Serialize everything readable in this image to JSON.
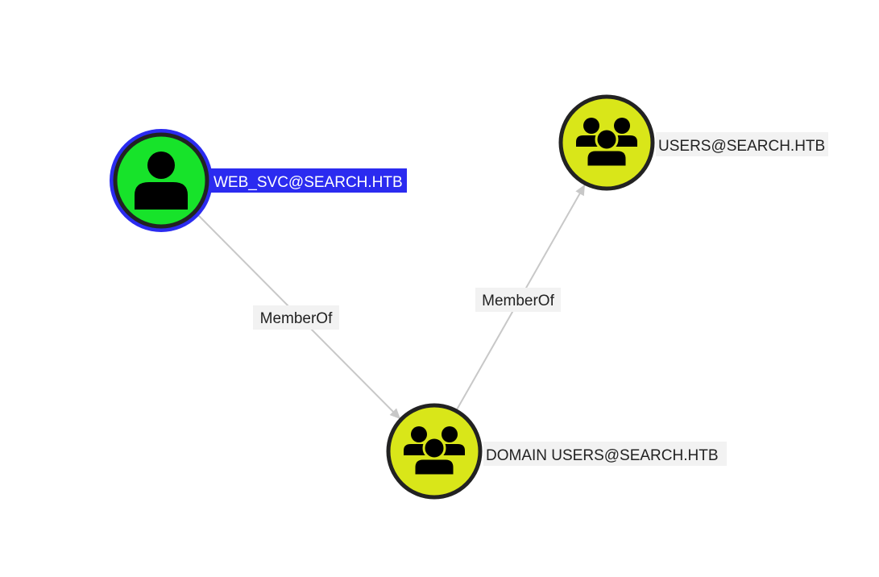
{
  "graph": {
    "nodes": [
      {
        "id": "web_svc",
        "label": "WEB_SVC@SEARCH.HTB",
        "kind": "user",
        "icon": "user-icon",
        "fill": "#17e32a",
        "selected": true
      },
      {
        "id": "domain_users",
        "label": "DOMAIN USERS@SEARCH.HTB",
        "kind": "group",
        "icon": "group-icon",
        "fill": "#d9e619",
        "selected": false
      },
      {
        "id": "users",
        "label": "USERS@SEARCH.HTB",
        "kind": "group",
        "icon": "group-icon",
        "fill": "#d9e619",
        "selected": false
      }
    ],
    "edges": [
      {
        "from": "web_svc",
        "to": "domain_users",
        "label": "MemberOf"
      },
      {
        "from": "domain_users",
        "to": "users",
        "label": "MemberOf"
      }
    ],
    "colors": {
      "selection_ring": "#2b2bf0",
      "node_border": "#222222",
      "edge": "#c8c8c8",
      "label_background": "#f2f2f2"
    }
  }
}
